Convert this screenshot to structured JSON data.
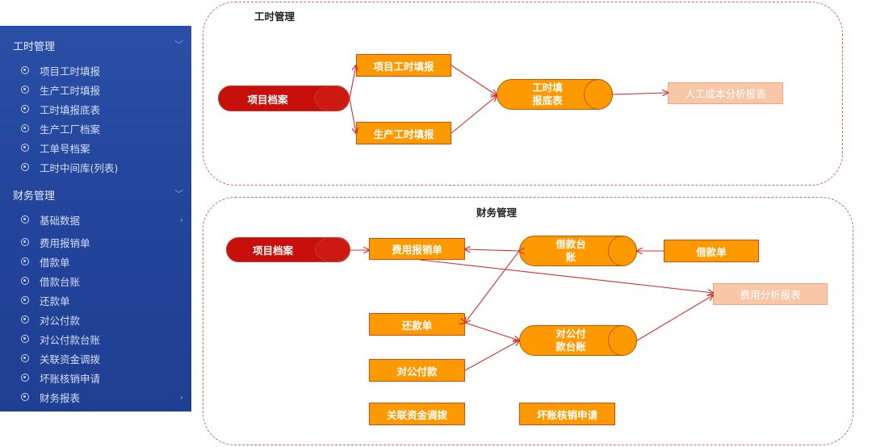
{
  "sidebar": {
    "sections": [
      {
        "title": "工时管理",
        "items": [
          "项目工时填报",
          "生产工时填报",
          "工时填报底表",
          "生产工厂档案",
          "工单号档案",
          "工时中间库(列表)"
        ]
      },
      {
        "title": "财务管理",
        "items": [
          "基础数据",
          "费用报销单",
          "借款单",
          "借款台账",
          "还款单",
          "对公付款",
          "对公付款台账",
          "关联资金调拨",
          "坏账核销申请",
          "财务报表"
        ]
      }
    ]
  },
  "diagram1": {
    "title": "工时管理",
    "project_archive": "项目档案",
    "project_hours": "项目工时填报",
    "production_hours": "生产工时填报",
    "hours_base_table": "工时填\n报底表",
    "labor_cost_report": "人工成本分析报表"
  },
  "diagram2": {
    "title": "财务管理",
    "project_archive": "项目档案",
    "expense_claim": "费用报销单",
    "loan_ledger": "借款台\n账",
    "loan_form": "借款单",
    "expense_report": "费用分析报表",
    "repayment": "还款单",
    "corporate_payment": "对公付款",
    "corporate_payment_ledger": "对公付\n款台账",
    "fund_transfer": "关联资金调拨",
    "bad_debt": "坏账核销申请"
  },
  "colors": {
    "sidebar": "#2549a0",
    "box_fill": "#ff9900",
    "box_border": "#d9480f",
    "pill_red": "#c7100c",
    "light_box": "#f7c7a8",
    "line": "#d0312d"
  }
}
